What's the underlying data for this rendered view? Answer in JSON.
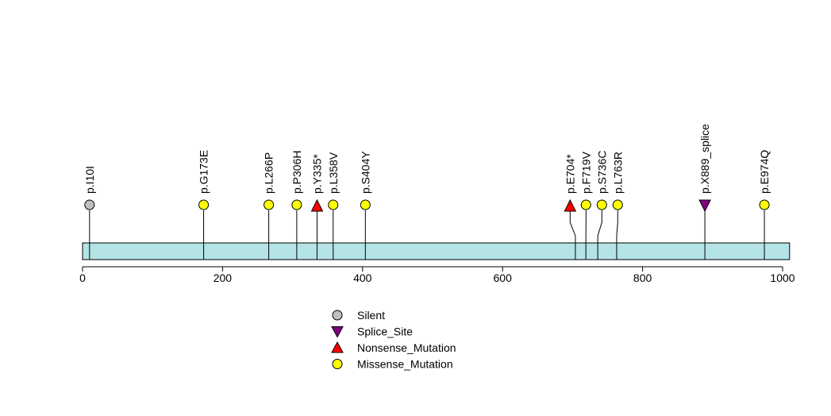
{
  "chart_data": {
    "type": "lollipop",
    "protein_length": 1010,
    "xlim": [
      0,
      1010
    ],
    "xticks": [
      0,
      200,
      400,
      600,
      800,
      1000
    ],
    "colors": {
      "Silent": "#c0c0c0",
      "Splice_Site": "#800080",
      "Nonsense_Mutation": "#ff0000",
      "Missense_Mutation": "#ffff00",
      "domain_bar": "#b4e4e6"
    },
    "mutations": [
      {
        "label": "p.I10I",
        "pos": 10,
        "type": "Silent"
      },
      {
        "label": "p.G173E",
        "pos": 173,
        "type": "Missense_Mutation"
      },
      {
        "label": "p.L266P",
        "pos": 266,
        "type": "Missense_Mutation"
      },
      {
        "label": "p.P306H",
        "pos": 306,
        "type": "Missense_Mutation"
      },
      {
        "label": "p.Y335*",
        "pos": 335,
        "type": "Nonsense_Mutation"
      },
      {
        "label": "p.L358V",
        "pos": 358,
        "type": "Missense_Mutation"
      },
      {
        "label": "p.S404Y",
        "pos": 404,
        "type": "Missense_Mutation"
      },
      {
        "label": "p.E704*",
        "pos": 704,
        "type": "Nonsense_Mutation"
      },
      {
        "label": "p.F719V",
        "pos": 719,
        "type": "Missense_Mutation"
      },
      {
        "label": "p.S736C",
        "pos": 736,
        "type": "Missense_Mutation"
      },
      {
        "label": "p.L763R",
        "pos": 763,
        "type": "Missense_Mutation"
      },
      {
        "label": "p.X889_splice",
        "pos": 889,
        "type": "Splice_Site"
      },
      {
        "label": "p.E974Q",
        "pos": 974,
        "type": "Missense_Mutation"
      }
    ],
    "legend": [
      {
        "label": "Silent",
        "shape": "circle",
        "type": "Silent"
      },
      {
        "label": "Splice_Site",
        "shape": "triangle-down",
        "type": "Splice_Site"
      },
      {
        "label": "Nonsense_Mutation",
        "shape": "triangle-up",
        "type": "Nonsense_Mutation"
      },
      {
        "label": "Missense_Mutation",
        "shape": "circle",
        "type": "Missense_Mutation"
      }
    ],
    "legend_position": "bottom-center"
  }
}
